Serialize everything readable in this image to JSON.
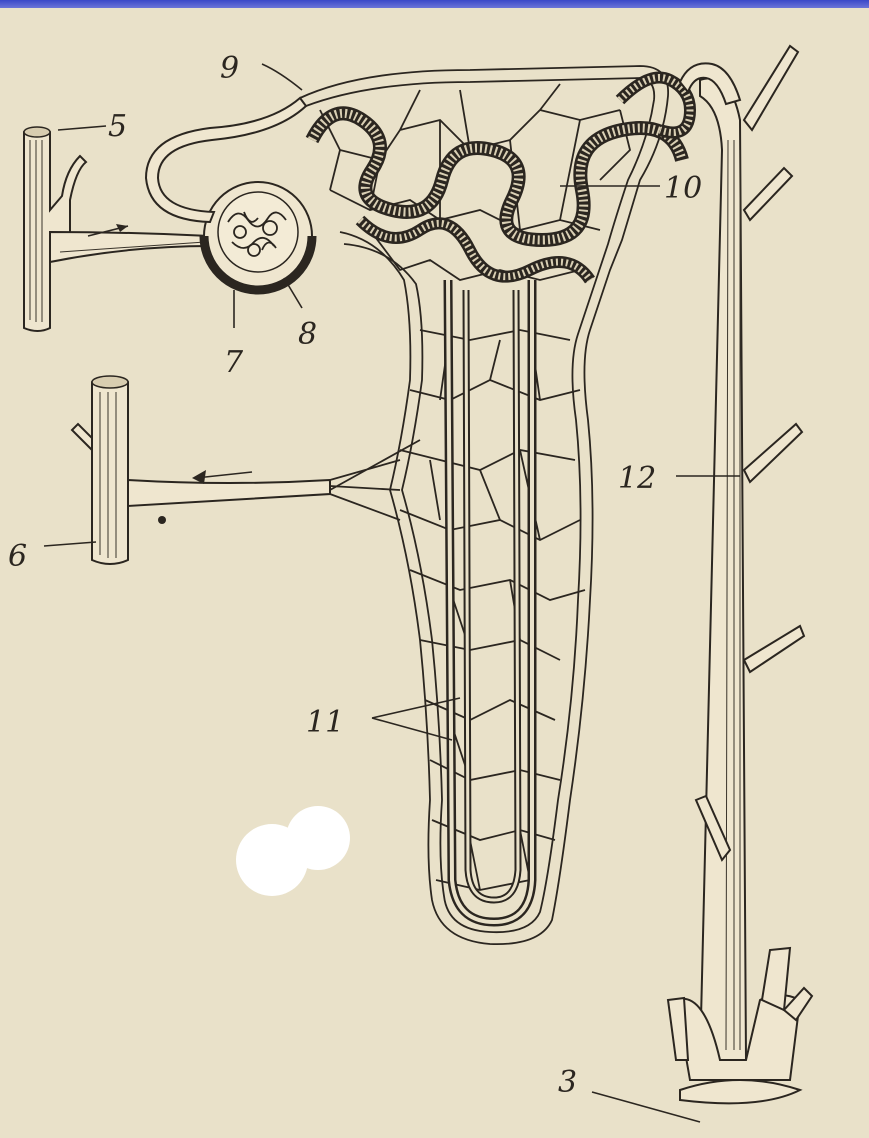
{
  "labels": {
    "l3": "3",
    "l5": "5",
    "l6": "6",
    "l7": "7",
    "l8": "8",
    "l9": "9",
    "l10": "10",
    "l11": "11",
    "l12": "12"
  }
}
